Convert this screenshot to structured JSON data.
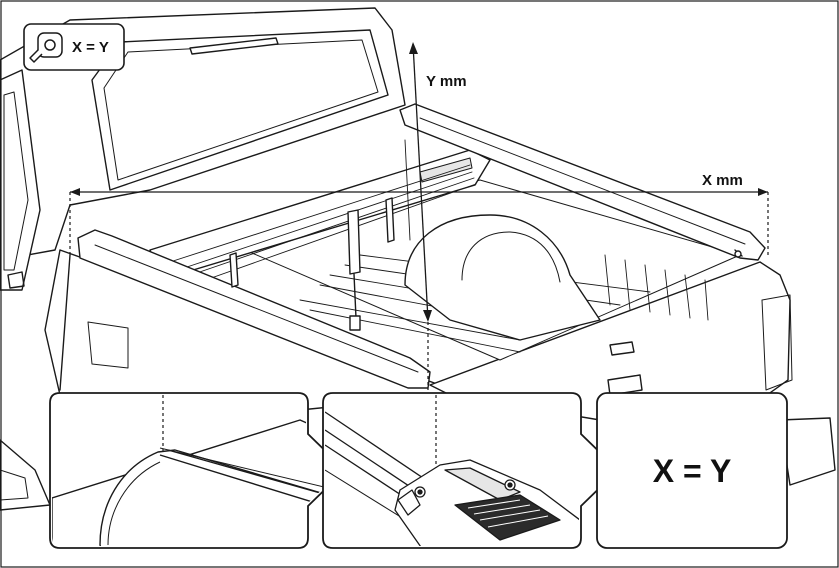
{
  "badge": {
    "text": "X = Y",
    "icon": "tape-measure-icon"
  },
  "labels": {
    "y_measure": "Y mm",
    "x_measure": "X mm",
    "equation": "X = Y"
  },
  "colors": {
    "line": "#1a1a1a",
    "fill": "#ffffff",
    "shade": "#e6e6e6",
    "tread": "#2b2b2b"
  }
}
